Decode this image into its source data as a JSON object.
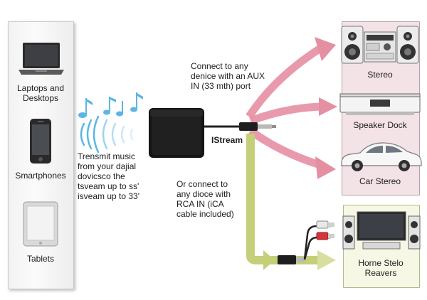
{
  "sources": {
    "laptops_label": "Laptops and\nDesktops",
    "smartphones_label": "Smartphones",
    "tablets_label": "Tablets"
  },
  "transmit_text": "Trensmit music\nfrom your dajial\ndovicsco the\ntsveam up to ss'\nisveam up to 33'",
  "device_label": "IStream",
  "aux_text": "Connect to any\ndenice with an AUX\nIN (33 mth) port",
  "rca_text": "Or connect to\nany dioce with\nRCA IN (iCA\ncable included)",
  "outputs": {
    "stereo_label": "Stereo",
    "speaker_dock_label": "Speaker Dock",
    "car_stereo_label": "Car Stereo",
    "home_stereo_label": "Horne Stelo\nReavers"
  },
  "colors": {
    "pink_arrow": "#e58fa3",
    "green_arrow": "#c5cf7a",
    "pink_panel": "#f3e2e6",
    "green_panel": "#f6f7e4",
    "wave_blue": "#5bb6e3"
  },
  "icons": [
    "laptop-icon",
    "smartphone-icon",
    "tablet-icon",
    "music-notes-icon",
    "wireless-waves-icon",
    "istream-device-icon",
    "stereo-icon",
    "speaker-dock-icon",
    "car-icon",
    "home-stereo-icon"
  ]
}
